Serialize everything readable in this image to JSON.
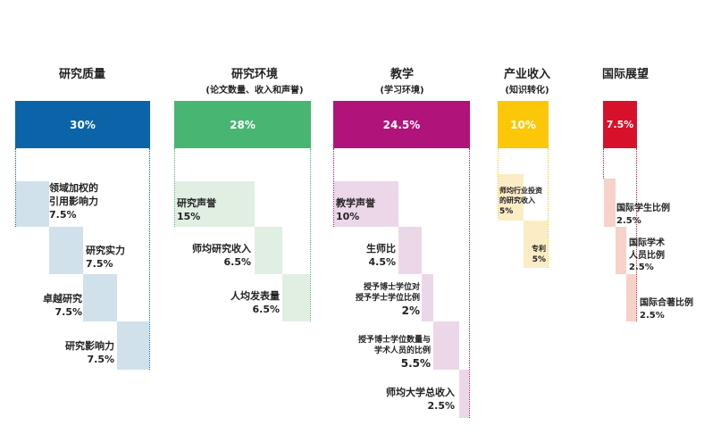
{
  "colors": {
    "research_quality": "#0b64a8",
    "research_env": "#48b673",
    "teaching": "#b0137a",
    "industry": "#fcc708",
    "international": "#d8112a"
  },
  "pillars": [
    {
      "title": "研究质量",
      "subtitle": "",
      "weight": "30%"
    },
    {
      "title": "研究环境",
      "subtitle": "(论文数量、收入和声誉)",
      "weight": "28%"
    },
    {
      "title": "教学",
      "subtitle": "(学习环境)",
      "weight": "24.5%"
    },
    {
      "title": "产业收入",
      "subtitle": "(知识转化)",
      "weight": "10%"
    },
    {
      "title": "国际展望",
      "subtitle": "",
      "weight": "7.5%"
    }
  ],
  "rq": [
    {
      "name1": "领域加权的",
      "name2": "引用影响力",
      "value": "7.5%"
    },
    {
      "name1": "研究实力",
      "value": "7.5%"
    },
    {
      "name1": "卓越研究",
      "value": "7.5%"
    },
    {
      "name1": "研究影响力",
      "value": "7.5%"
    }
  ],
  "re": [
    {
      "name1": "研究声誉",
      "value": "15%"
    },
    {
      "name1": "师均研究收入",
      "value": "6.5%"
    },
    {
      "name1": "人均发表量",
      "value": "6.5%"
    }
  ],
  "te": [
    {
      "name1": "教学声誉",
      "value": "10%"
    },
    {
      "name1": "生师比",
      "value": "4.5%"
    },
    {
      "name1": "授予博士学位对",
      "name2": "授予学士学位比例",
      "value": "2%"
    },
    {
      "name1": "授予博士学位数量与",
      "name2": "学术人员的比例",
      "value": "5.5%"
    },
    {
      "name1": "师均大学总收入",
      "value": "2.5%"
    }
  ],
  "ind": [
    {
      "name1": "师均行业投资",
      "name2": "的研究收入",
      "value": "5%"
    },
    {
      "name1": "专利",
      "value": "5%"
    }
  ],
  "intl": [
    {
      "name1": "国际学生比例",
      "value": "2.5%"
    },
    {
      "name1": "国际学术",
      "name2": "人员比例",
      "value": "2.5%"
    },
    {
      "name1": "国际合著比例",
      "value": "2.5%"
    }
  ]
}
